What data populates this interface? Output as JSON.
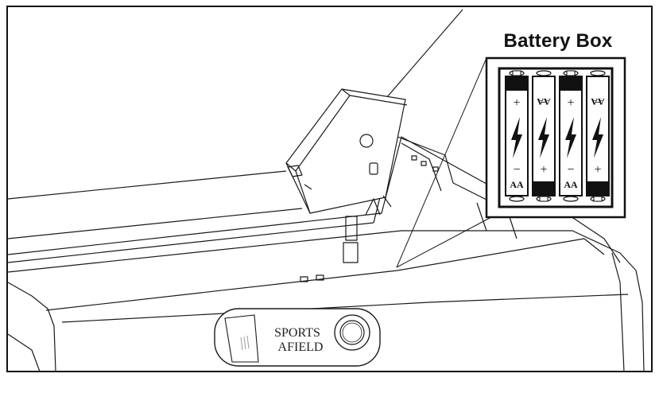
{
  "callout": {
    "title": "Battery Box"
  },
  "batteries": [
    {
      "type_label": "AA",
      "orientation": "positive-top"
    },
    {
      "type_label": "AA",
      "orientation": "positive-bottom"
    },
    {
      "type_label": "AA",
      "orientation": "positive-top"
    },
    {
      "type_label": "AA",
      "orientation": "positive-bottom"
    }
  ],
  "battery_symbols": {
    "plus": "+",
    "minus": "−"
  },
  "brand": {
    "line1": "SPORTS",
    "line2": "AFIELD"
  },
  "colors": {
    "stroke": "#1a1a1a",
    "background": "#ffffff"
  }
}
